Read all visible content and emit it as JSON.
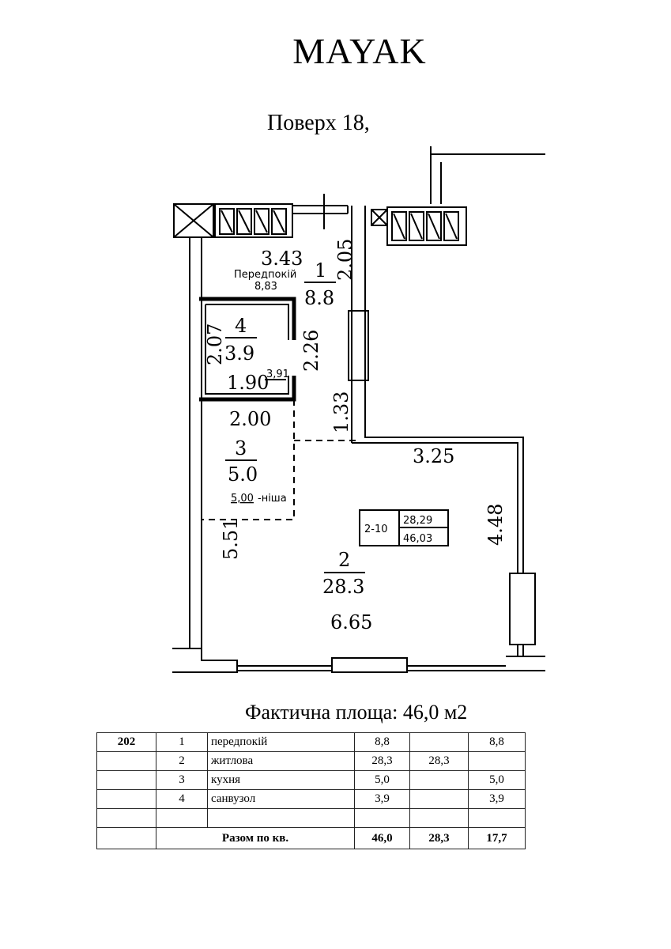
{
  "title": "MAYAK",
  "floor_label": "Поверх 18,",
  "plan": {
    "rooms": [
      {
        "number": "1",
        "area": "8.8",
        "name": "Передпокій",
        "exact_area": "8,83"
      },
      {
        "number": "2",
        "area": "28.3"
      },
      {
        "number": "3",
        "area": "5.0",
        "exact_area": "5,00",
        "note": "-ніша"
      },
      {
        "number": "4",
        "area": "3.9",
        "exact_area": "3,91"
      }
    ],
    "dimensions": {
      "d343": "3.43",
      "d205": "2.05",
      "d207": "2.07",
      "d226": "2.26",
      "d190": "1.90",
      "d200": "2.00",
      "d133": "1.33",
      "d325": "3.25",
      "d448": "4.48",
      "d551": "5.51",
      "d665": "6.65"
    },
    "apartment_tag": {
      "code": "2-10",
      "living": "28,29",
      "total": "46,03"
    }
  },
  "actual_area": "Фактична площа: 46,0 м2",
  "table": {
    "apartment": "202",
    "rows": [
      {
        "n": "1",
        "name": "передпокій",
        "total": "8,8",
        "living": "",
        "aux": "8,8"
      },
      {
        "n": "2",
        "name": "житлова",
        "total": "28,3",
        "living": "28,3",
        "aux": ""
      },
      {
        "n": "3",
        "name": "кухня",
        "total": "5,0",
        "living": "",
        "aux": "5,0"
      },
      {
        "n": "4",
        "name": "санвузол",
        "total": "3,9",
        "living": "",
        "aux": "3,9"
      },
      {
        "n": "",
        "name": "",
        "total": "",
        "living": "",
        "aux": ""
      }
    ],
    "summary": {
      "label": "Разом по кв.",
      "total": "46,0",
      "living": "28,3",
      "aux": "17,7"
    }
  }
}
